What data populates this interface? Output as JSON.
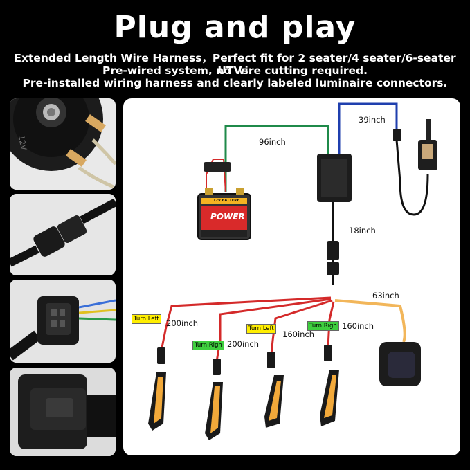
{
  "header": {
    "title": "Plug and play",
    "subtitle_lines": [
      "Extended Length Wire Harness，Perfect fit for 2 seater/4 seater/6-seater UTVs.",
      "Pre-wired system, no wire cutting required.",
      "Pre-installed wiring harness and clearly labeled luminaire connectors."
    ]
  },
  "diagram": {
    "lengths": {
      "battery_wire": "96inch",
      "switch_wire": "39inch",
      "trunk_wire": "18inch",
      "horn_wire": "63inch",
      "left_front": "200inch",
      "right_front": "200inch",
      "left_rear": "160inch",
      "right_rear": "160inch"
    },
    "tags": {
      "turn_left_1": "Turn Left",
      "turn_right_1": "Turn Righ",
      "turn_left_2": "Turn Left",
      "turn_right_2": "Turn Righ"
    },
    "battery": {
      "top_label": "12V BATTERY",
      "main_label": "POWER"
    }
  },
  "colors": {
    "red_wire": "#d42a2a",
    "green_wire": "#1f8a4a",
    "blue_wire": "#1f3fae",
    "orange_wire": "#f2b65a",
    "amber_led": "#f2a93a"
  },
  "thumbnails": [
    "horn-closeup",
    "waterproof-connector",
    "four-pin-connector",
    "main-plug"
  ]
}
